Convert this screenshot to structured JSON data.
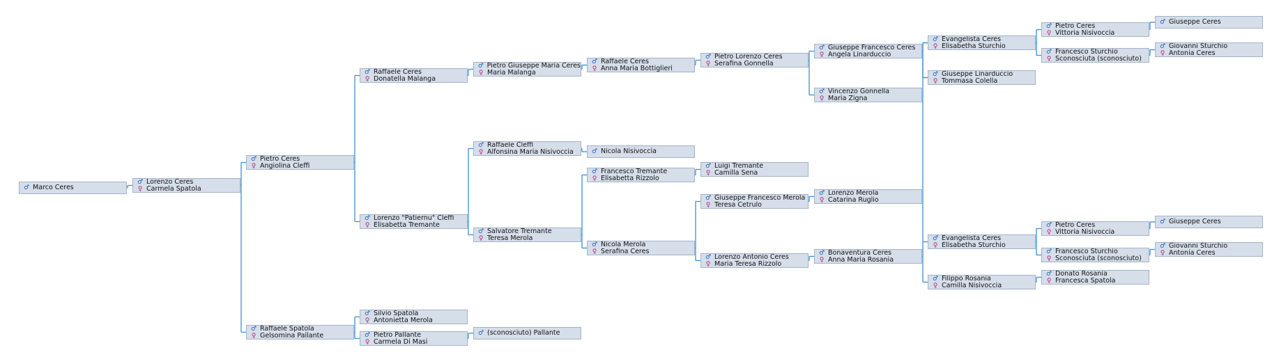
{
  "colors": {
    "connector": "#3b8fd6",
    "box_fill": "#d6dee9",
    "box_border": "#a3b3c8",
    "male": "#1f5fbf",
    "female": "#b0247a"
  },
  "symbols": {
    "male": "♂",
    "female": "♀"
  },
  "nodes": [
    {
      "id": "marco",
      "male": "Marco Ceres"
    },
    {
      "id": "lorenzo",
      "male": "Lorenzo Ceres",
      "female": "Carmela Spatola"
    },
    {
      "id": "pietro1",
      "male": "Pietro Ceres",
      "female": "Angiolina Cleffi"
    },
    {
      "id": "raffspat",
      "male": "Raffaele Spatola",
      "female": "Gelsomina Pallante"
    },
    {
      "id": "raffceres1",
      "male": "Raffaele Ceres",
      "female": "Donatella Malanga"
    },
    {
      "id": "lorcleffi",
      "male": "Lorenzo \"Patiernu\" Cleffi",
      "female": "Elisabetta Tremante"
    },
    {
      "id": "silvio",
      "male": "Silvio Spatola",
      "female": "Antonietta Merola"
    },
    {
      "id": "pietropall",
      "male": "Pietro Pallante",
      "female": "Carmela Di Masi"
    },
    {
      "id": "pietrogiu",
      "male": "Pietro Giuseppe Maria Ceres",
      "female": "Maria Malanga"
    },
    {
      "id": "raffcleffi",
      "male": "Raffaele Cleffi",
      "female": "Alfonsina Maria Nisivoccia"
    },
    {
      "id": "salvatore",
      "male": "Salvatore Tremante",
      "female": "Teresa Merola"
    },
    {
      "id": "scpall",
      "male": "(sconosciuto) Pallante"
    },
    {
      "id": "raffceres2",
      "male": "Raffaele Ceres",
      "female": "Anna Maria Bottiglieri"
    },
    {
      "id": "nicolanis",
      "male": "Nicola Nisivoccia"
    },
    {
      "id": "francesco",
      "male": "Francesco Tremante",
      "female": "Elisabetta Rizzolo"
    },
    {
      "id": "nicolamer",
      "male": "Nicola Merola",
      "female": "Serafina Ceres"
    },
    {
      "id": "pietrolor",
      "male": "Pietro Lorenzo Ceres",
      "female": "Serafina Gonnella"
    },
    {
      "id": "luigi",
      "male": "Luigi Tremante",
      "female": "Camilla Sena"
    },
    {
      "id": "giufrmer",
      "male": "Giuseppe Francesco Merola",
      "female": "Teresa Cetrulo"
    },
    {
      "id": "lorant",
      "male": "Lorenzo Antonio Ceres",
      "female": "Maria Teresa Rizzolo"
    },
    {
      "id": "giufrceres",
      "male": "Giuseppe Francesco Ceres",
      "female": "Angela Linarduccio"
    },
    {
      "id": "vincenzo",
      "male": "Vincenzo Gonnella",
      "female": "Maria Zigna"
    },
    {
      "id": "lormerola",
      "male": "Lorenzo Merola",
      "female": "Catarina Ruglio"
    },
    {
      "id": "bonaventura",
      "male": "Bonaventura Ceres",
      "female": "Anna Maria Rosania"
    },
    {
      "id": "evang1",
      "male": "Evangelista Ceres",
      "female": "Elisabetha Sturchio"
    },
    {
      "id": "giulin",
      "male": "Giuseppe Linarduccio",
      "female": "Tommasa Colella"
    },
    {
      "id": "evang2",
      "male": "Evangelista Ceres",
      "female": "Elisabetha Sturchio"
    },
    {
      "id": "filippo",
      "male": "Filippo Rosania",
      "female": "Camilla Nisivoccia"
    },
    {
      "id": "pietroc1",
      "male": "Pietro Ceres",
      "female": "Vittoria Nisivoccia"
    },
    {
      "id": "francst1",
      "male": "Francesco Sturchio",
      "female": "Sconosciuta (sconosciuto)"
    },
    {
      "id": "pietroc2",
      "male": "Pietro Ceres",
      "female": "Vittoria Nisivoccia"
    },
    {
      "id": "francst2",
      "male": "Francesco Sturchio",
      "female": "Sconosciuta (sconosciuto)"
    },
    {
      "id": "donato",
      "male": "Donato Rosania",
      "female": "Francesca Spatola"
    },
    {
      "id": "giuceres1",
      "male": "Giuseppe Ceres"
    },
    {
      "id": "giovst1",
      "male": "Giovanni Sturchio",
      "female": "Antonia Ceres"
    },
    {
      "id": "giuceres2",
      "male": "Giuseppe Ceres"
    },
    {
      "id": "giovst2",
      "male": "Giovanni Sturchio",
      "female": "Antonia Ceres"
    }
  ]
}
